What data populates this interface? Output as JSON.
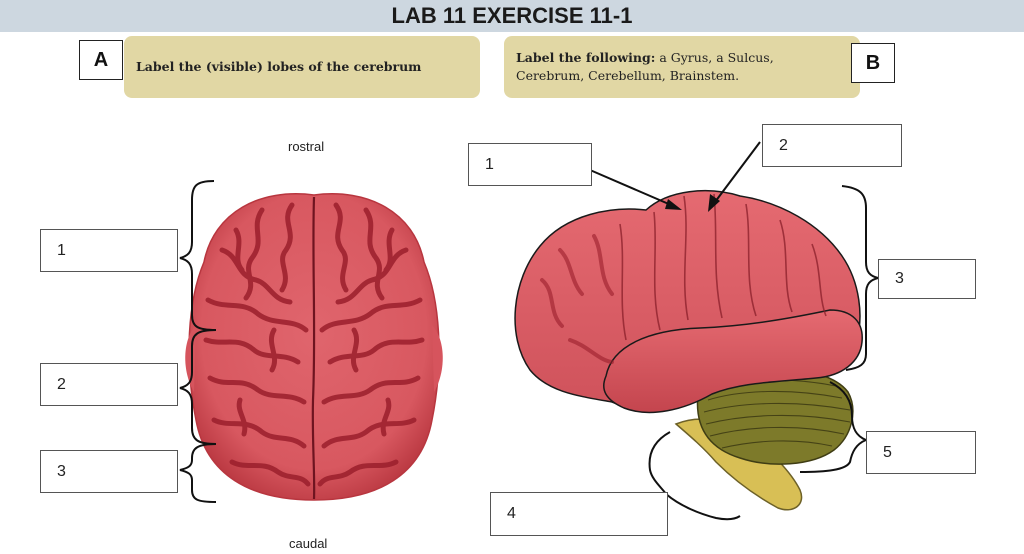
{
  "title": "LAB 11 EXERCISE 11-1",
  "panel_a": {
    "letter": "A",
    "instruction": "Label the (visible) lobes of the cerebrum",
    "direction_top": "rostral",
    "direction_bottom": "caudal",
    "boxes": [
      "1",
      "2",
      "3"
    ]
  },
  "panel_b": {
    "letter": "B",
    "instruction_bold": "Label the following:",
    "instruction_rest": " a Gyrus, a Sulcus, Cerebrum, Cerebellum, Brainstem.",
    "boxes": [
      "1",
      "2",
      "3",
      "4",
      "5"
    ]
  },
  "colors": {
    "cerebrum": "#e0656d",
    "sulcus": "#9b1f2c",
    "cerebellum": "#7d7a2a",
    "brainstem": "#d8bf55",
    "instruction_bg": "#e1d7a4",
    "title_bg": "#cdd7e0"
  }
}
